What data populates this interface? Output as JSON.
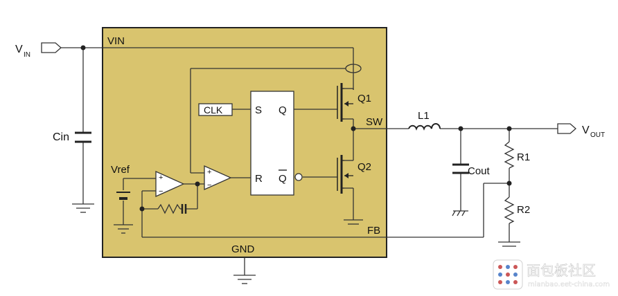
{
  "diagram": {
    "labels": {
      "vin_pin": "VIN",
      "vin_in_main": "V",
      "vin_in_sub": "IN",
      "vout_main": "V",
      "vout_sub": "OUT",
      "cin": "Cin",
      "vref": "Vref",
      "clk": "CLK",
      "ff_s": "S",
      "ff_q": "Q",
      "ff_r": "R",
      "ff_qbar": "Q",
      "q1": "Q1",
      "q2": "Q2",
      "sw": "SW",
      "l1": "L1",
      "cout": "Cout",
      "r1": "R1",
      "r2": "R2",
      "fb": "FB",
      "gnd": "GND",
      "opamp_plus": "+",
      "opamp_minus": "−"
    },
    "colors": {
      "ic_body": "#D9C46E",
      "wire": "#333333",
      "watermark": "#C23A3A"
    },
    "icons": [
      "capacitor-icon",
      "inductor-icon",
      "resistor-icon",
      "ground-icon",
      "mosfet-icon",
      "opamp-icon",
      "battery-icon",
      "flipflop-icon"
    ],
    "watermark": {
      "title": "面包板社区",
      "url": "mianbao.eet-china.com"
    }
  }
}
